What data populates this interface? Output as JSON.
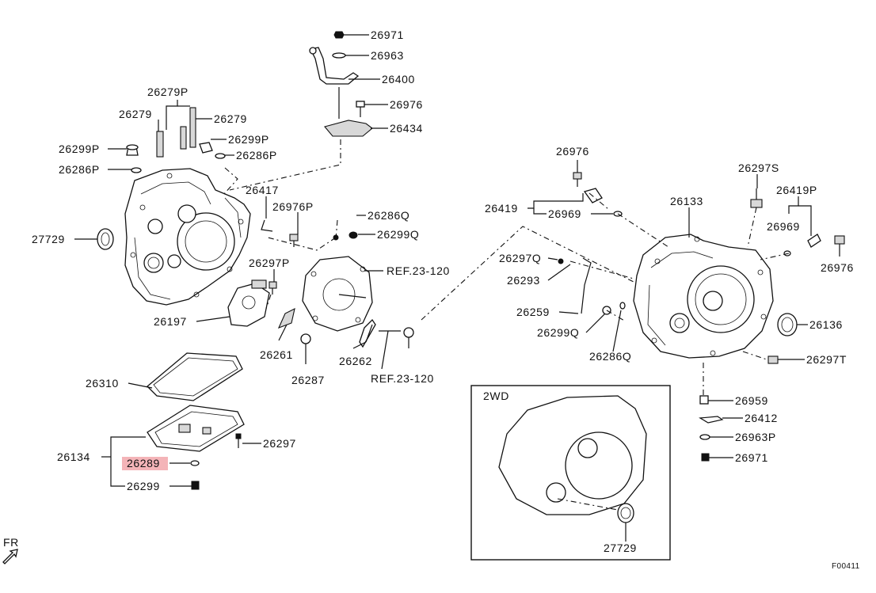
{
  "diagram": {
    "labels": {
      "p26971_top": "26971",
      "p26963": "26963",
      "p26400": "26400",
      "p26976_top": "26976",
      "p26434": "26434",
      "p26279P": "26279P",
      "p26279_l": "26279",
      "p26279_r": "26279",
      "p26299P_l": "26299P",
      "p26299P_r": "26299P",
      "p26286P_l": "26286P",
      "p26286P_r": "26286P",
      "p26417": "26417",
      "p26976P": "26976P",
      "p26286Q": "26286Q",
      "p26299Q": "26299Q",
      "p27729_l": "27729",
      "p26297P": "26297P",
      "ref_1": "REF.23-120",
      "ref_2": "REF.23-120",
      "p26197": "26197",
      "p26261": "26261",
      "p26287": "26287",
      "p26262": "26262",
      "p26310": "26310",
      "p26297": "26297",
      "p26134": "26134",
      "p26289": "26289",
      "p26299": "26299",
      "p26976_mid": "26976",
      "p26419": "26419",
      "p26969_l": "26969",
      "p26133": "26133",
      "p26297S": "26297S",
      "p26419P": "26419P",
      "p26969_r": "26969",
      "p26976_r": "26976",
      "p26297Q": "26297Q",
      "p26293": "26293",
      "p26259": "26259",
      "p26299Q_b": "26299Q",
      "p26286Q_b": "26286Q",
      "p26136": "26136",
      "p26297T": "26297T",
      "p26959": "26959",
      "p26412": "26412",
      "p26963P": "26963P",
      "p26971_b": "26971",
      "box_title": "2WD",
      "p27729_box": "27729",
      "fr": "FR",
      "fig_code": "F00411"
    },
    "colors": {
      "highlight": "#f4b4b8",
      "ink": "#111111"
    }
  }
}
